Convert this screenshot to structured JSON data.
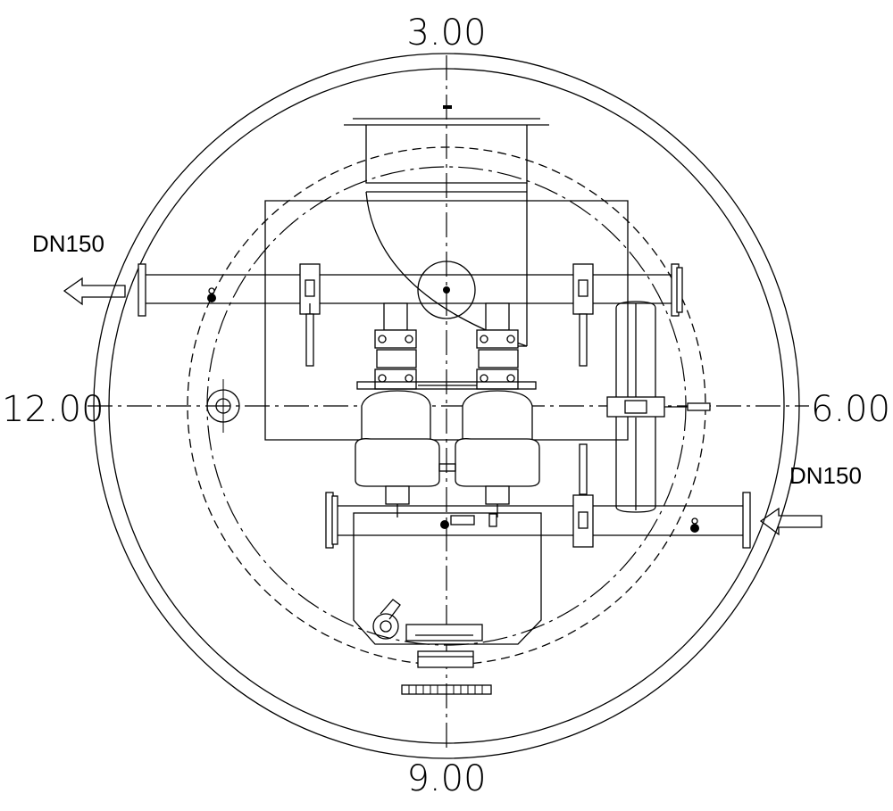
{
  "orientation_labels": {
    "top": "3.00",
    "right": "6.00",
    "bottom": "9.00",
    "left": "12.00"
  },
  "pipes": {
    "outlet": {
      "size": "DN150",
      "direction": "out"
    },
    "inlet": {
      "size": "DN150",
      "direction": "in"
    }
  }
}
